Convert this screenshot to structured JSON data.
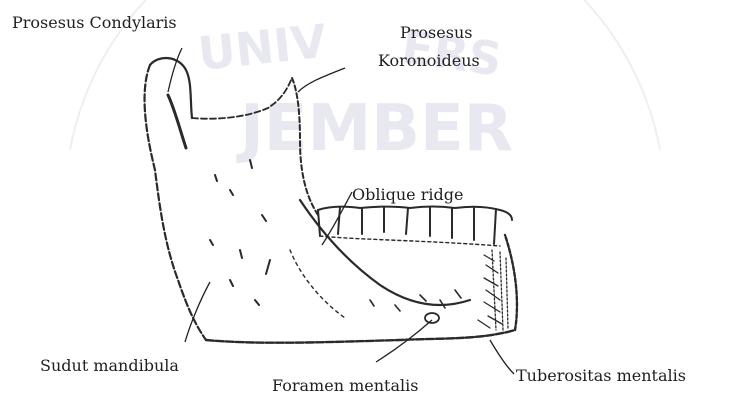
{
  "labels": {
    "prosesus_condylaris": "Prosesus Condylaris",
    "prosesus_koronoideus_1": "Prosesus",
    "prosesus_koronoideus_2": "Koronoideus",
    "oblique_ridge": "Oblique ridge",
    "sudut_mandibula": "Sudut mandibula",
    "foramen_mentalis": "Foramen mentalis",
    "tuberositas_mentalis": "Tuberositas mentalis"
  },
  "watermark": {
    "text": "UNIVERSITAS JEMBER",
    "color": "#e6e6ef"
  },
  "colors": {
    "ink": "#1f1f1f",
    "background": "#ffffff"
  }
}
